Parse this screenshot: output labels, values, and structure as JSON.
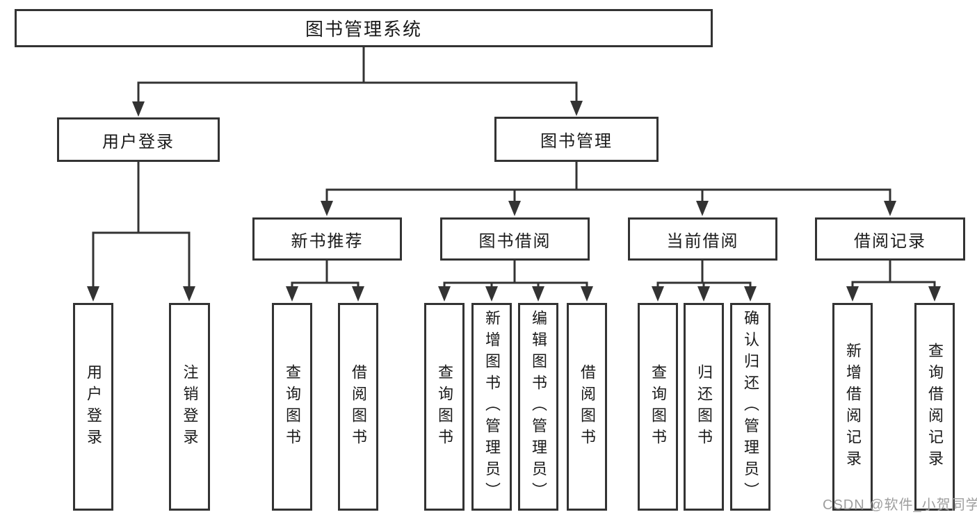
{
  "colors": {
    "bg": "#ffffff",
    "line": "#333333",
    "border": "#333333",
    "text": "#1a1a1a",
    "watermark": "#9e9e9e"
  },
  "tree": {
    "root": {
      "label": "图书管理系统",
      "children": [
        {
          "label": "用户登录",
          "children": [
            {
              "label": "用户登录"
            },
            {
              "label": "注销登录"
            }
          ]
        },
        {
          "label": "图书管理",
          "children": [
            {
              "label": "新书推荐",
              "children": [
                {
                  "label": "查询图书"
                },
                {
                  "label": "借阅图书"
                }
              ]
            },
            {
              "label": "图书借阅",
              "children": [
                {
                  "label": "查询图书"
                },
                {
                  "label": "新增图书（管理员）"
                },
                {
                  "label": "编辑图书（管理员）"
                },
                {
                  "label": "借阅图书"
                }
              ]
            },
            {
              "label": "当前借阅",
              "children": [
                {
                  "label": "查询图书"
                },
                {
                  "label": "归还图书"
                },
                {
                  "label": "确认归还（管理员）"
                }
              ]
            },
            {
              "label": "借阅记录",
              "children": [
                {
                  "label": "新增借阅记录"
                },
                {
                  "label": "查询借阅记录"
                }
              ]
            }
          ]
        }
      ]
    }
  },
  "watermark": {
    "text": "CSDN @软件_小贺同学"
  }
}
